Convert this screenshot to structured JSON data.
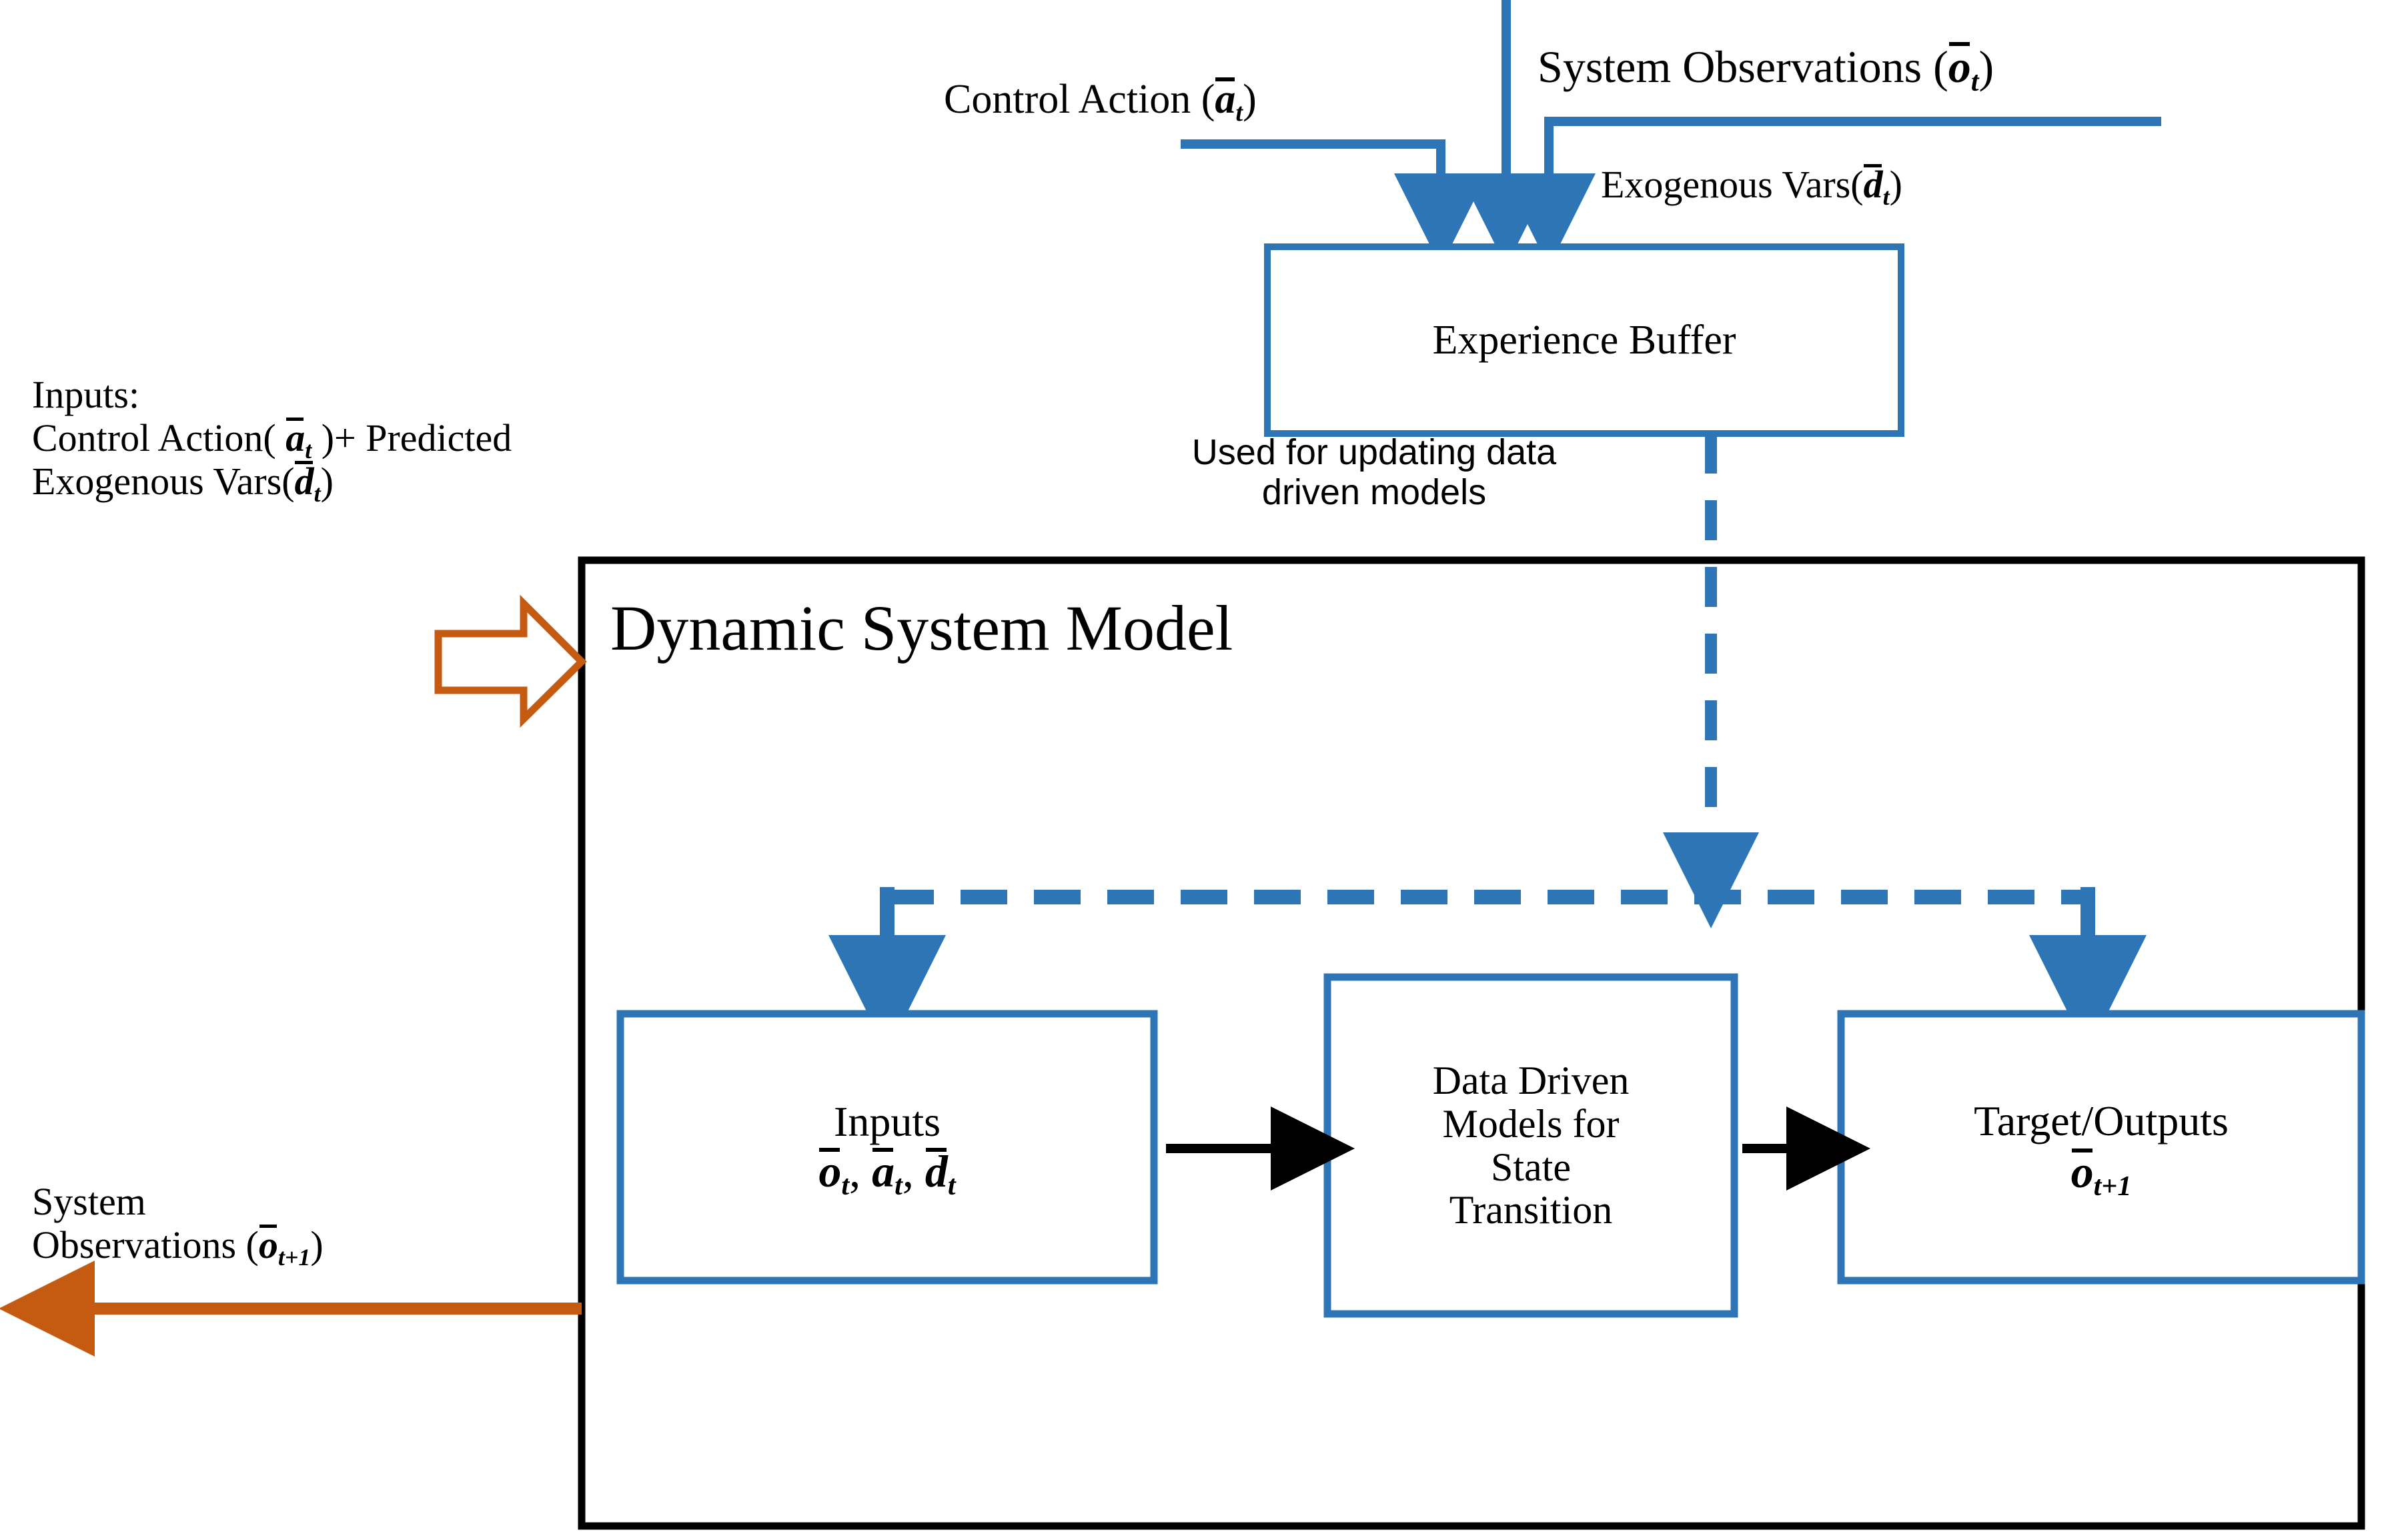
{
  "diagram": {
    "title": "Dynamic System Model",
    "colors": {
      "blue": "#2E75B6",
      "orange": "#C55A11",
      "black": "#000000",
      "background": "#FFFFFF"
    },
    "top_labels": {
      "control_action": "Control Action (",
      "control_action_sym": "a",
      "control_action_sub": "t",
      "control_action_close": ")",
      "system_observations": "System Observations (",
      "system_observations_sym": "o",
      "system_observations_sub": "t",
      "system_observations_close": ")",
      "exogenous_vars": "Exogenous Vars(",
      "exogenous_vars_sym": "d",
      "exogenous_vars_sub": "t",
      "exogenous_vars_close": ")"
    },
    "experience_buffer": {
      "label": "Experience Buffer",
      "note_line1": "Used for updating data",
      "note_line2": "driven models"
    },
    "left_inputs_note": {
      "line1": "Inputs:",
      "line2_pre": "Control Action( ",
      "line2_sym": "a",
      "line2_sub": "t",
      "line2_post": " )+ Predicted",
      "line3_pre": "Exogenous Vars(",
      "line3_sym": "d",
      "line3_sub": "t",
      "line3_post": ")"
    },
    "left_output_note": {
      "line1": "System",
      "line2_pre": "Observations (",
      "line2_sym": "o",
      "line2_sub": "t+1",
      "line2_post": ")"
    },
    "inner_boxes": [
      {
        "id": "inputs",
        "label": "Inputs",
        "formula_pre": "",
        "formula": "o_t, a_t, d_t",
        "sym1": "o",
        "sub1": "t",
        "sym2": "a",
        "sub2": "t",
        "sym3": "d",
        "sub3": "t"
      },
      {
        "id": "data-driven-models",
        "line1": "Data Driven",
        "line2": "Models for",
        "line3": "State",
        "line4": "Transition"
      },
      {
        "id": "target-outputs",
        "label": "Target/Outputs",
        "sym": "o",
        "sub": "t+1"
      }
    ],
    "connectors": {
      "buffer_to_models": "dashed",
      "inputs_to_models": "solid-black-arrow",
      "models_to_outputs": "solid-black-arrow",
      "system_output_arrow": "orange-left-arrow",
      "system_input_arrow": "orange-block-arrow"
    }
  }
}
